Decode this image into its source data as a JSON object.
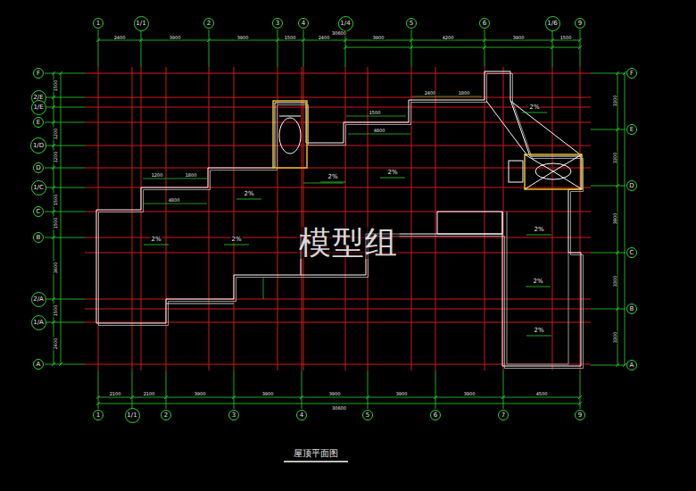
{
  "diagram": {
    "title": "屋顶平面图",
    "nodes": [
      {
        "text": [
          "1"
        ]
      },
      {
        "text": [
          "1/1"
        ]
      },
      {
        "text": [
          "2"
        ]
      },
      {
        "text": [
          "3"
        ]
      },
      {
        "text": [
          "4"
        ]
      },
      {
        "text": [
          "1/4"
        ]
      },
      {
        "text": [
          "5"
        ]
      },
      {
        "text": [
          "6"
        ]
      },
      {
        "text": [
          "1/6"
        ]
      },
      {
        "text": [
          "9"
        ]
      },
      {
        "text": [
          "F"
        ]
      },
      {
        "text": [
          "2/E"
        ]
      },
      {
        "text": [
          "1/E"
        ]
      },
      {
        "text": [
          "E"
        ]
      },
      {
        "text": [
          "1/D"
        ]
      },
      {
        "text": [
          "D"
        ]
      },
      {
        "text": [
          "1/C"
        ]
      },
      {
        "text": [
          "C"
        ]
      },
      {
        "text": [
          "B"
        ]
      },
      {
        "text": [
          "2/A"
        ]
      },
      {
        "text": [
          "1/A"
        ]
      },
      {
        "text": [
          "A"
        ]
      },
      {
        "text": [
          "F"
        ]
      },
      {
        "text": [
          "E"
        ]
      },
      {
        "text": [
          "D"
        ]
      },
      {
        "text": [
          "C"
        ]
      },
      {
        "text": [
          "B"
        ]
      },
      {
        "text": [
          "A"
        ]
      },
      {
        "text": [
          "1"
        ]
      },
      {
        "text": [
          "1/1"
        ]
      },
      {
        "text": [
          "2"
        ]
      },
      {
        "text": [
          "3"
        ]
      },
      {
        "text": [
          "4"
        ]
      },
      {
        "text": [
          "5"
        ]
      },
      {
        "text": [
          "6"
        ]
      },
      {
        "text": [
          "7"
        ]
      },
      {
        "text": [
          "9"
        ]
      }
    ],
    "labels": [
      "模型组",
      "2%",
      "2%",
      "2%",
      "2%",
      "2%",
      "2%",
      "2%",
      "2%",
      "2%",
      "30600",
      "2400",
      "3900",
      "3900",
      "1500",
      "2400",
      "3900",
      "4200",
      "3900",
      "1500",
      "30600",
      "2100",
      "2100",
      "3900",
      "3900",
      "3900",
      "3900",
      "3900",
      "4500",
      "1500",
      "1200",
      "1200",
      "1500",
      "1500",
      "3600",
      "1500",
      "2400",
      "3300",
      "3300",
      "3900",
      "3300",
      "3300",
      "2400",
      "1800",
      "1500",
      "4800",
      "1200",
      "1800",
      "4800"
    ]
  }
}
